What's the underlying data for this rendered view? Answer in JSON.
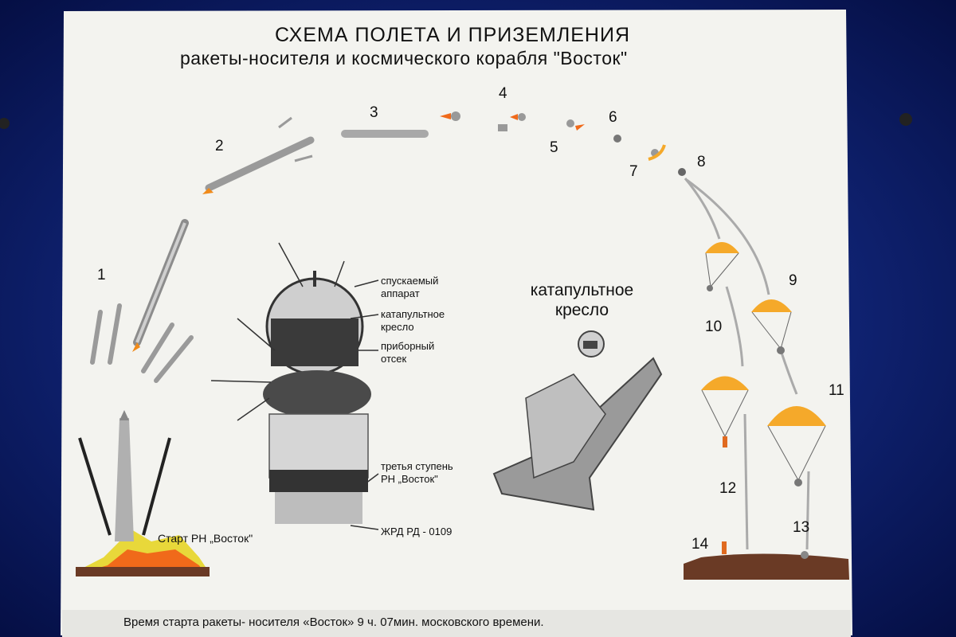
{
  "title": {
    "line1": "СХЕМА ПОЛЕТА И ПРИЗЕМЛЕНИЯ",
    "line2": "ракеты-носителя и космического корабля \"Восток\""
  },
  "stage_numbers": [
    "1",
    "2",
    "3",
    "4",
    "5",
    "6",
    "7",
    "8",
    "9",
    "10",
    "11",
    "12",
    "13",
    "14"
  ],
  "spacecraft_labels": {
    "descent_module": [
      "спускаемый",
      "аппарат"
    ],
    "ejection_seat": [
      "катапультное",
      "кресло"
    ],
    "instrument_module": [
      "приборный",
      "отсек"
    ],
    "third_stage": [
      "третья ступень",
      "РН „Восток\""
    ],
    "engine": "ЖРД РД - 0109"
  },
  "launch_label": "Старт РН „Восток\"",
  "seat_caption": [
    "катапультное",
    "кресло"
  ],
  "footer": "Время старта ракеты- носителя  «Восток» 9 ч. 07мин. московского времени.",
  "colors": {
    "frame_background": "#0a1a5e",
    "poster": "#f2f2ee",
    "flame_yellow": "#e8d83a",
    "flame_orange": "#f06a1a",
    "parachute": "#f5a92a",
    "ground": "#6a3a25"
  }
}
